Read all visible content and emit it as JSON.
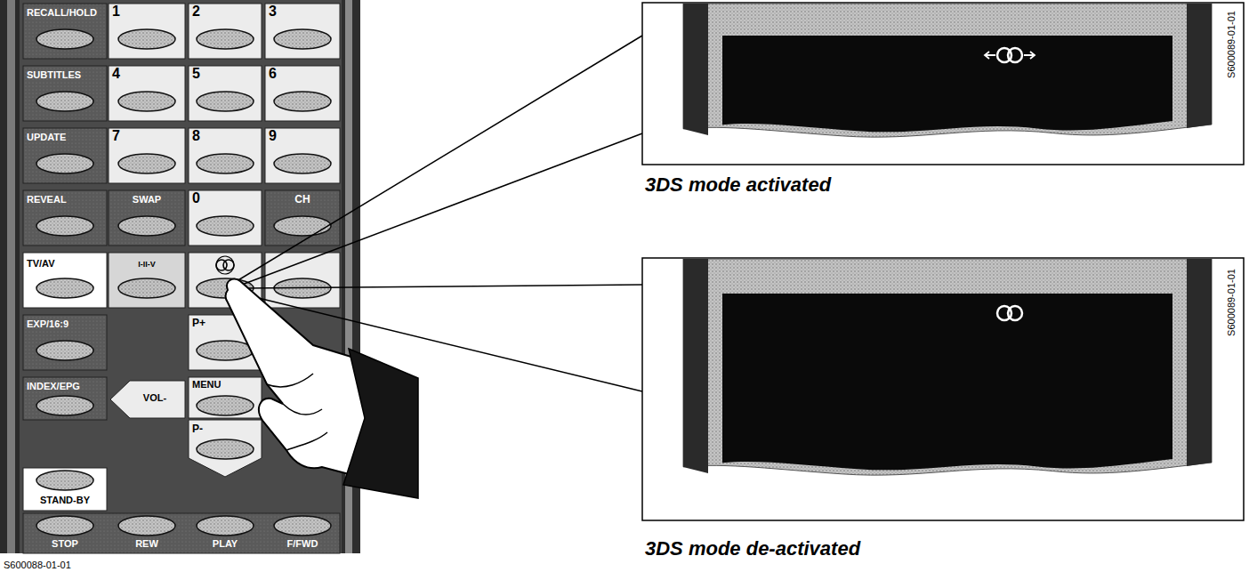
{
  "diagram": {
    "labels": [
      "RECALL/HOLD",
      "1",
      "2",
      "3",
      "SUBTITLES",
      "4",
      "5",
      "6",
      "UPDATE",
      "7",
      "8",
      "9",
      "REVEAL",
      "SWAP",
      "0",
      "CH",
      "TV/AV",
      "I-II-V",
      "EXP/16:9",
      "P+",
      "INDEX/EPG",
      "VOL-",
      "MENU",
      "P-",
      "STAND-BY",
      "STOP",
      "REW",
      "PLAY",
      "F/FWD",
      "S600088-01-01",
      "S600089-01-01",
      "S600089-01-01",
      "3DS mode activated",
      "3DS mode de-activated"
    ]
  }
}
